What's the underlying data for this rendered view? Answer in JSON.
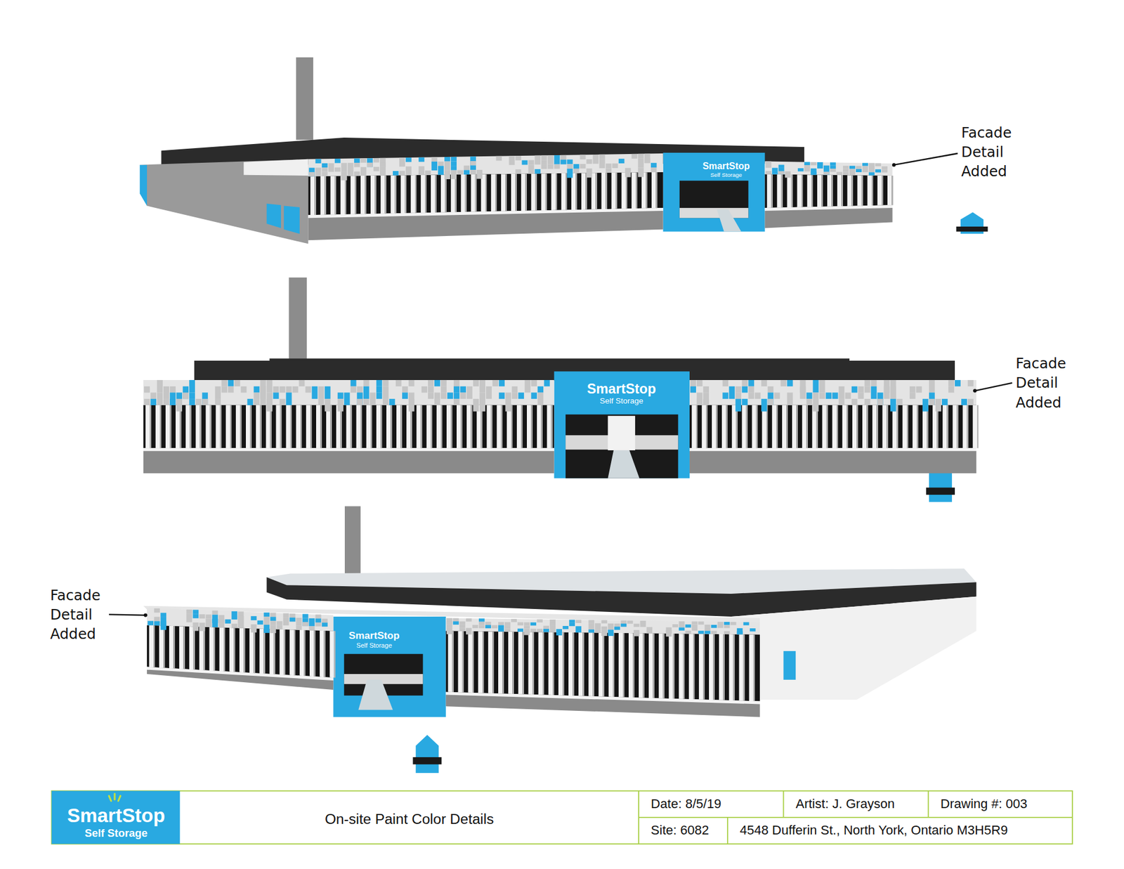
{
  "diagram": {
    "title": "On-site Paint Color Details",
    "labels": [
      "Facade Detail Added",
      "SmartStop",
      "Self Storage",
      "Facade Detail Added",
      "SmartStop",
      "Self Storage",
      "Facade Detail Added",
      "SmartStop",
      "Self Storage",
      "SmartStop",
      "Self Storage",
      "Date: 8/5/19",
      "Artist: J. Grayson",
      "Drawing #: 003",
      "Site: 6082",
      "4548 Dufferin St., North York, Ontario M3H5R9"
    ]
  }
}
